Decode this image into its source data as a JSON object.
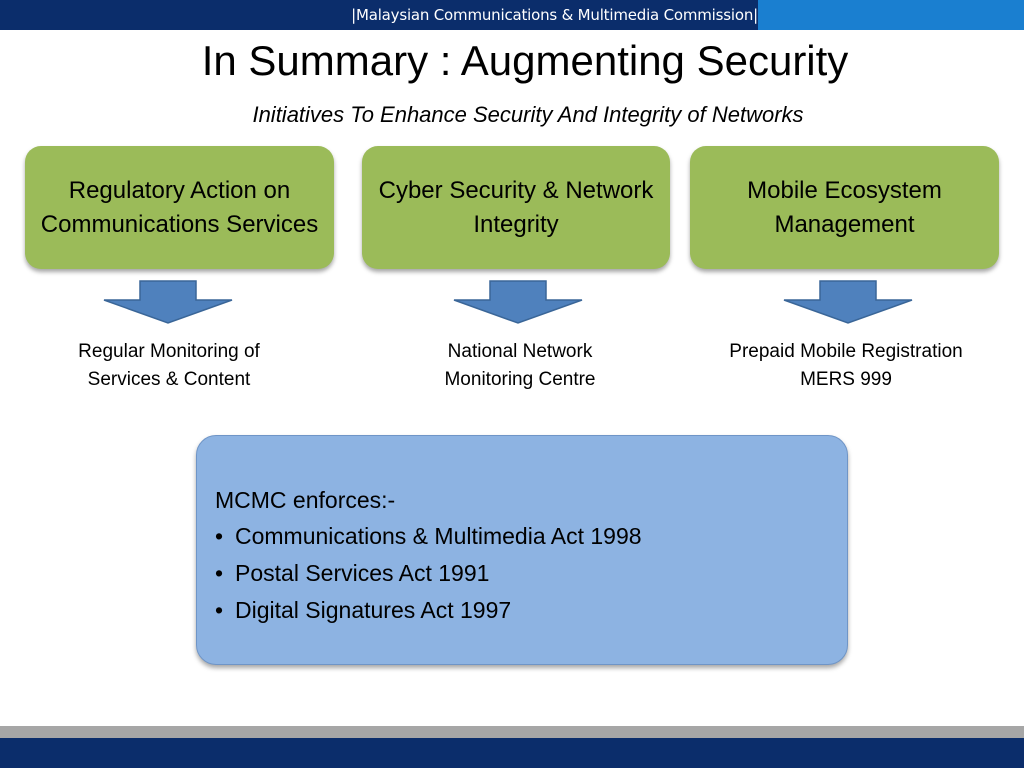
{
  "header": {
    "org_name": "|Malaysian Communications & Multimedia Commission|",
    "colors": {
      "navy": "#0b2d6b",
      "accent": "#1a7fd0"
    }
  },
  "title": "In Summary : Augmenting Security",
  "subtitle": "Initiatives To Enhance Security And Integrity of Networks",
  "initiatives": [
    {
      "label": "Regulatory Action on Communications Services",
      "outcome": [
        "Regular Monitoring of",
        "Services & Content"
      ]
    },
    {
      "label": "Cyber Security & Network Integrity",
      "outcome": [
        "National Network",
        "Monitoring Centre"
      ]
    },
    {
      "label": "Mobile Ecosystem Management",
      "outcome": [
        "Prepaid Mobile Registration",
        "MERS 999"
      ]
    }
  ],
  "enforcement": {
    "lead": "MCMC enforces:-",
    "acts": [
      "Communications & Multimedia Act 1998",
      "Postal Services Act 1991",
      "Digital Signatures Act 1997"
    ],
    "bullet": "•"
  },
  "colors": {
    "green_box": "#9bbb59",
    "arrow_fill": "#4f81bd",
    "blue_box": "#8db3e2"
  }
}
